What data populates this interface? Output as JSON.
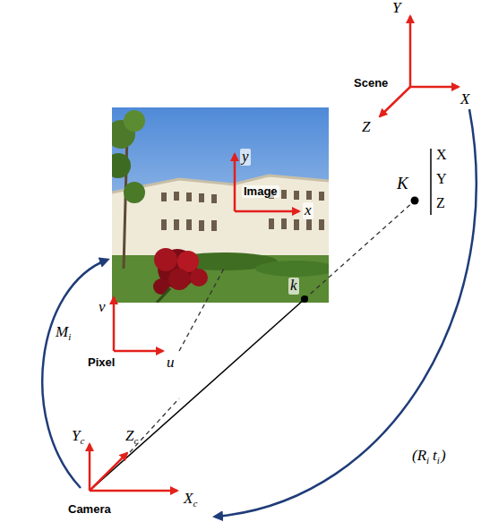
{
  "diagram": {
    "labels": [
      "Y",
      "Scene",
      "X",
      "Z",
      "X",
      "K",
      "Y",
      "Z",
      "y",
      "Image",
      "x",
      "k",
      "v",
      "M",
      "i",
      "Pixel",
      "u",
      "(R",
      "i",
      "t",
      "i",
      ")",
      "Y",
      "c",
      "Z",
      "c",
      "X",
      "c",
      "Camera"
    ]
  }
}
